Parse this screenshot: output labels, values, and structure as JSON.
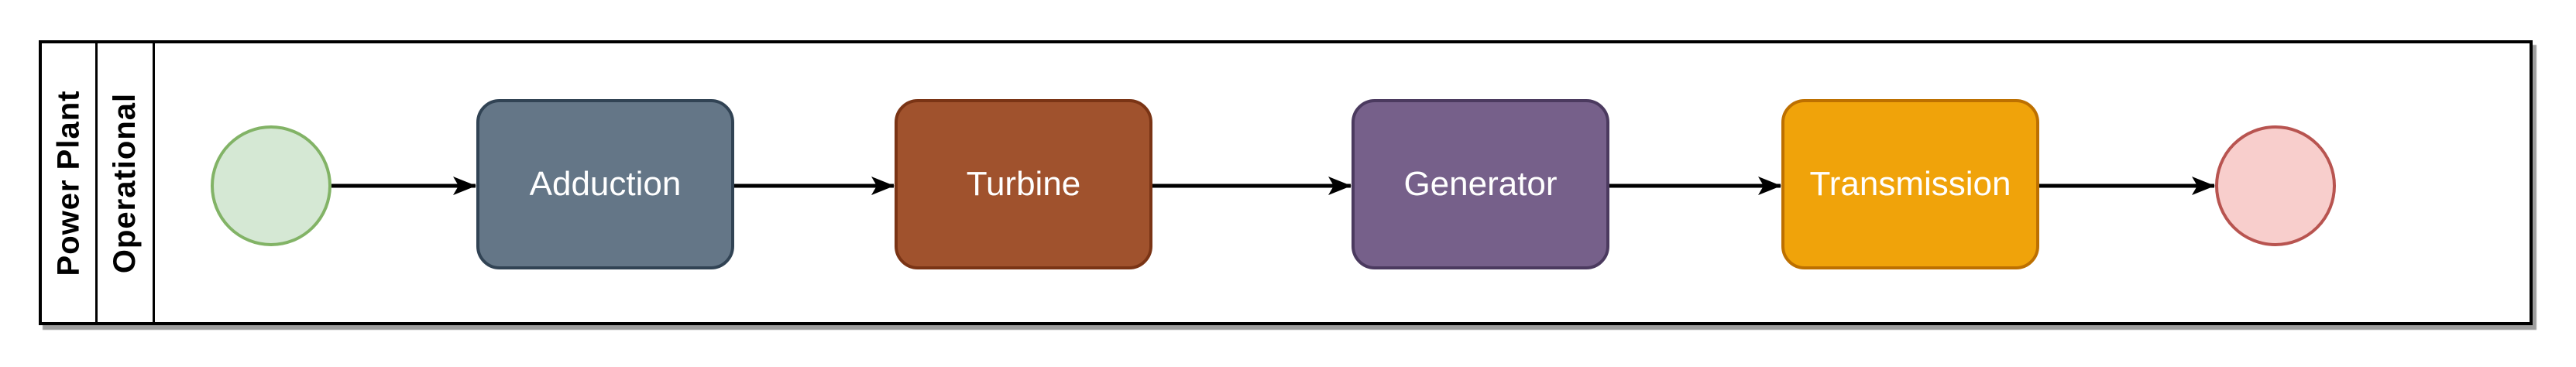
{
  "pool": {
    "label": "Power Plant"
  },
  "lane": {
    "label": "Operational"
  },
  "nodes": {
    "start": {
      "type": "start-event",
      "label": "",
      "fill": "#D5E8D4",
      "stroke": "#82B366"
    },
    "adduction": {
      "type": "task",
      "label": "Adduction",
      "fill": "#647687",
      "stroke": "#314354",
      "text_color": "#FFFFFF"
    },
    "turbine": {
      "type": "task",
      "label": "Turbine",
      "fill": "#A0522D",
      "stroke": "#7A3415",
      "text_color": "#FFFFFF"
    },
    "generator": {
      "type": "task",
      "label": "Generator",
      "fill": "#76608A",
      "stroke": "#4B3A5F",
      "text_color": "#FFFFFF"
    },
    "transmission": {
      "type": "task",
      "label": "Transmission",
      "fill": "#F0A30A",
      "stroke": "#BD7000",
      "text_color": "#FFFFFF"
    },
    "end": {
      "type": "end-event",
      "label": "",
      "fill": "#F8CECC",
      "stroke": "#B85450"
    }
  },
  "flow": {
    "sequence": [
      "start",
      "Adduction",
      "Turbine",
      "Generator",
      "Transmission",
      "end"
    ],
    "connector_color": "#000000"
  },
  "frame": {
    "pool_border_color": "#000000",
    "lane_background": "#FFFFFF",
    "shadow_color": "#9B9B9B"
  }
}
